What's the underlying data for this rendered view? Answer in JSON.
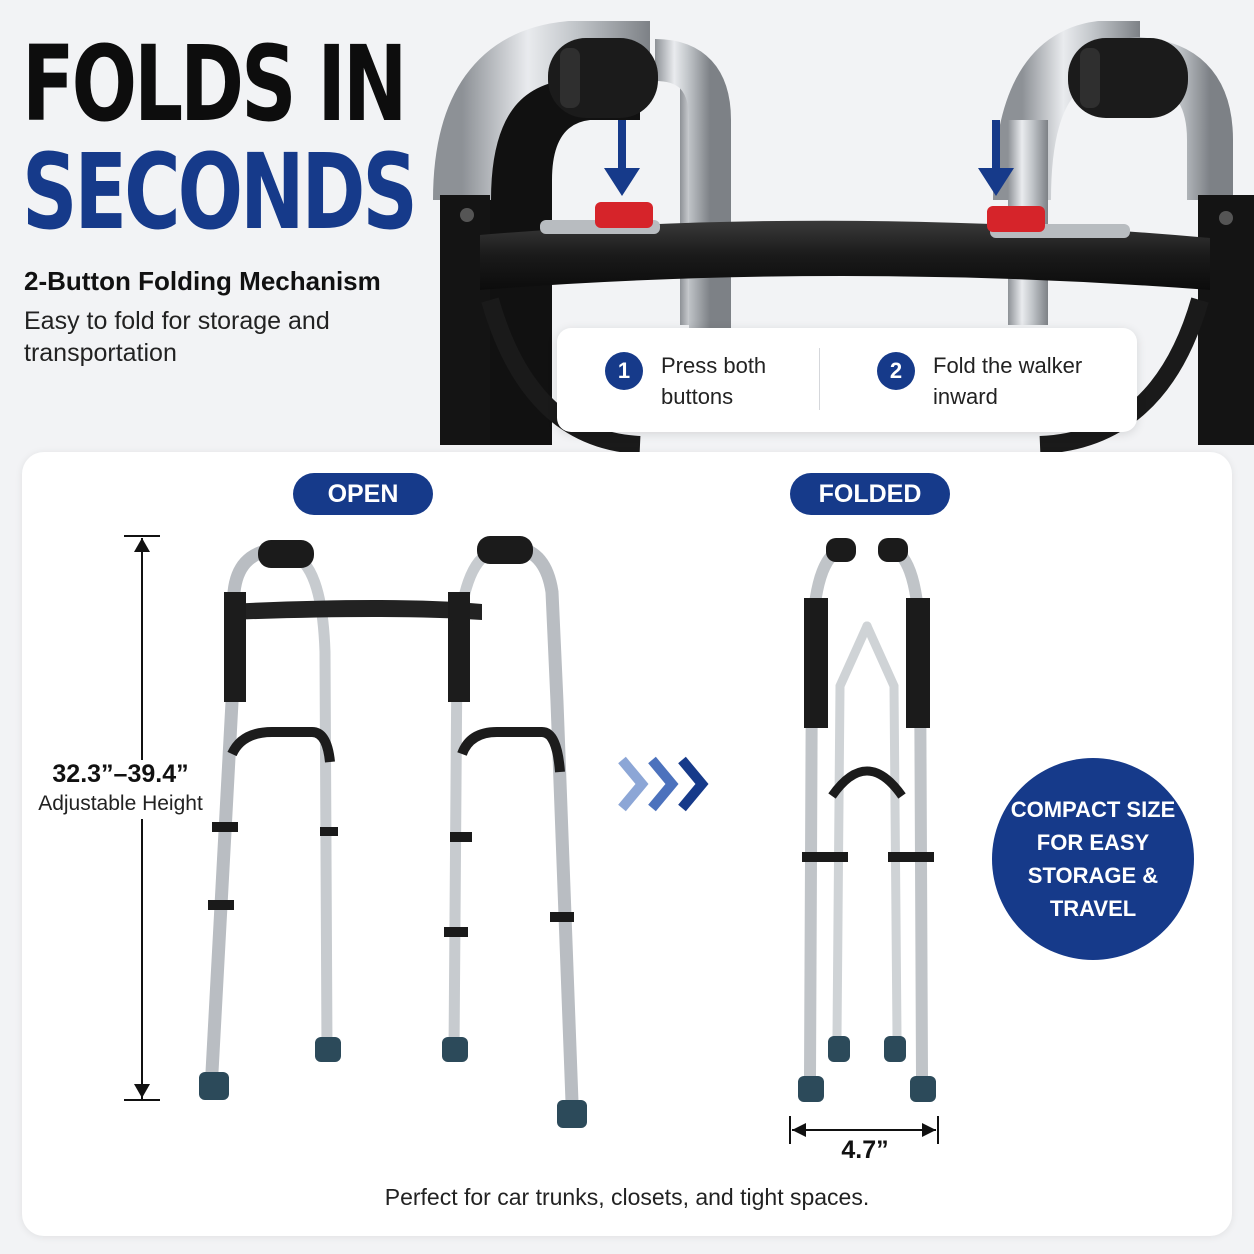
{
  "headline": {
    "line1": "FOLDS IN",
    "line2": "SECONDS"
  },
  "subhead": "2-Button Folding Mechanism",
  "subtext": "Easy to fold for storage and transportation",
  "steps": [
    {
      "number": "1",
      "text": "Press both buttons"
    },
    {
      "number": "2",
      "text": "Fold the walker inward"
    }
  ],
  "states": {
    "open": "OPEN",
    "folded": "FOLDED"
  },
  "dimensions": {
    "height_value": "32.3”–39.4”",
    "height_label": "Adjustable Height",
    "width_value": "4.7”"
  },
  "badge": "COMPACT SIZE FOR EASY STORAGE & TRAVEL",
  "footer": "Perfect for car trunks, closets, and tight spaces.",
  "icons": [
    "down-arrow-icon",
    "triple-chevron-right-icon"
  ],
  "colors": {
    "brand_navy": "#163a8a",
    "button_red": "#d6242a",
    "frame_silver": "#c4c8cc",
    "frame_black": "#1a1a1a",
    "foot_teal": "#2c4a5a"
  }
}
